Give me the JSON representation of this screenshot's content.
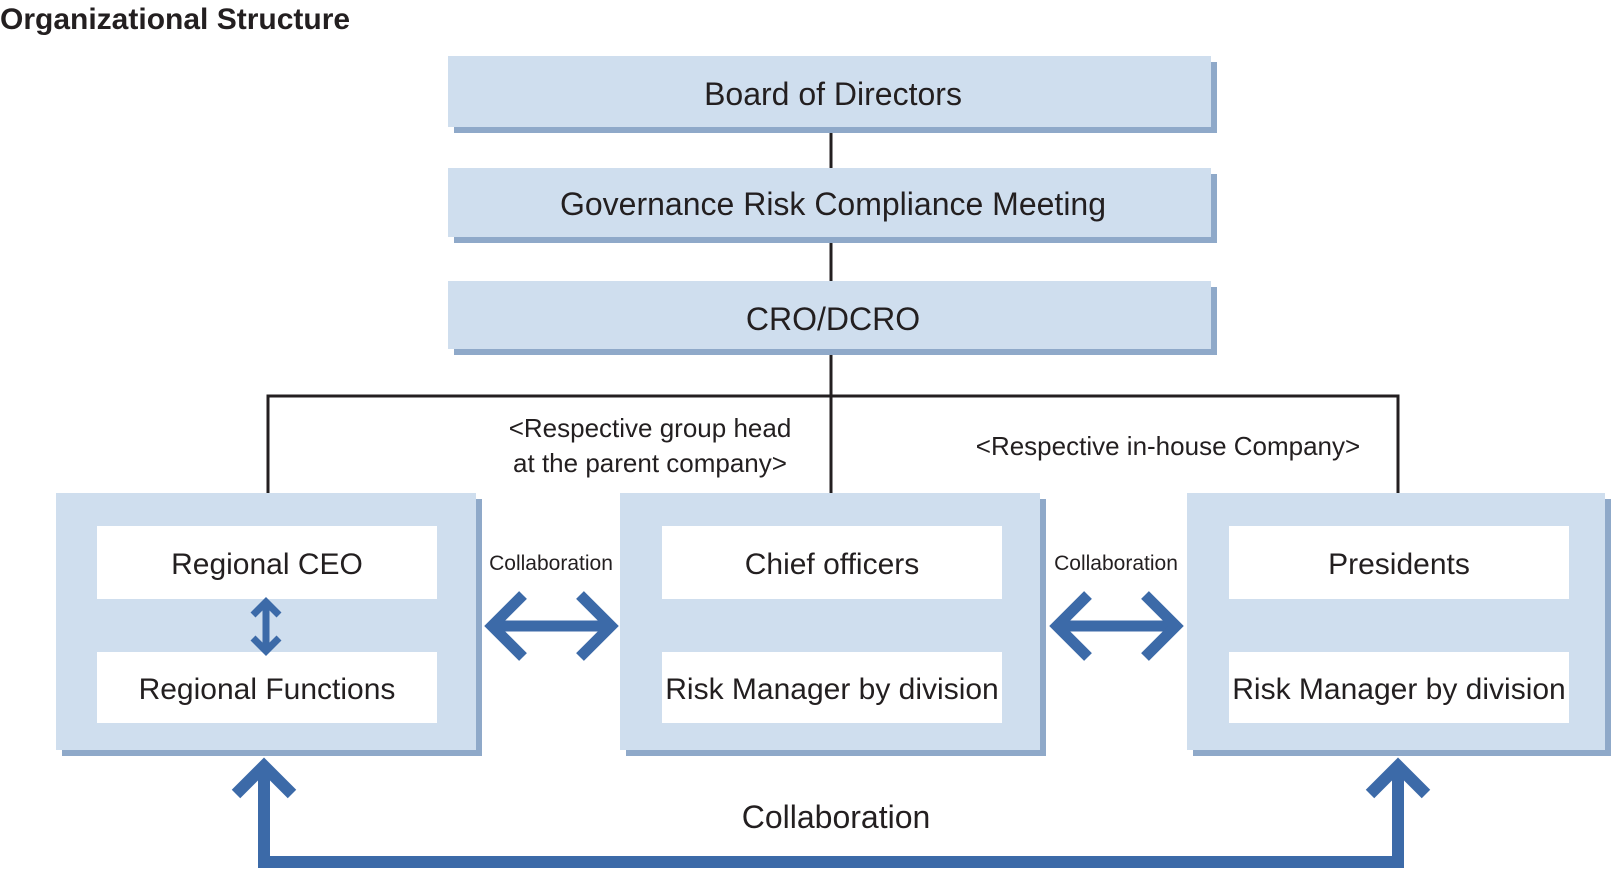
{
  "title": "Organizational Structure",
  "top_boxes": {
    "board": "Board of Directors",
    "grc": "Governance Risk Compliance Meeting",
    "cro": "CRO/DCRO"
  },
  "notes": {
    "group_head_line1": "<Respective group head",
    "group_head_line2": "at the parent company>",
    "inhouse": "<Respective in-house Company>"
  },
  "units": {
    "regional": {
      "top": "Regional CEO",
      "bottom": "Regional Functions"
    },
    "chief": {
      "top": "Chief officers",
      "bottom": "Risk Manager by division"
    },
    "presidents": {
      "top": "Presidents",
      "bottom": "Risk Manager by division"
    }
  },
  "collaboration": {
    "left": "Collaboration",
    "right": "Collaboration",
    "bottom": "Collaboration"
  },
  "colors": {
    "box_fill": "#cfdeee",
    "box_shadow": "#8fa9c9",
    "arrow": "#3c6aa8",
    "line": "#231f20",
    "text": "#231f20"
  }
}
